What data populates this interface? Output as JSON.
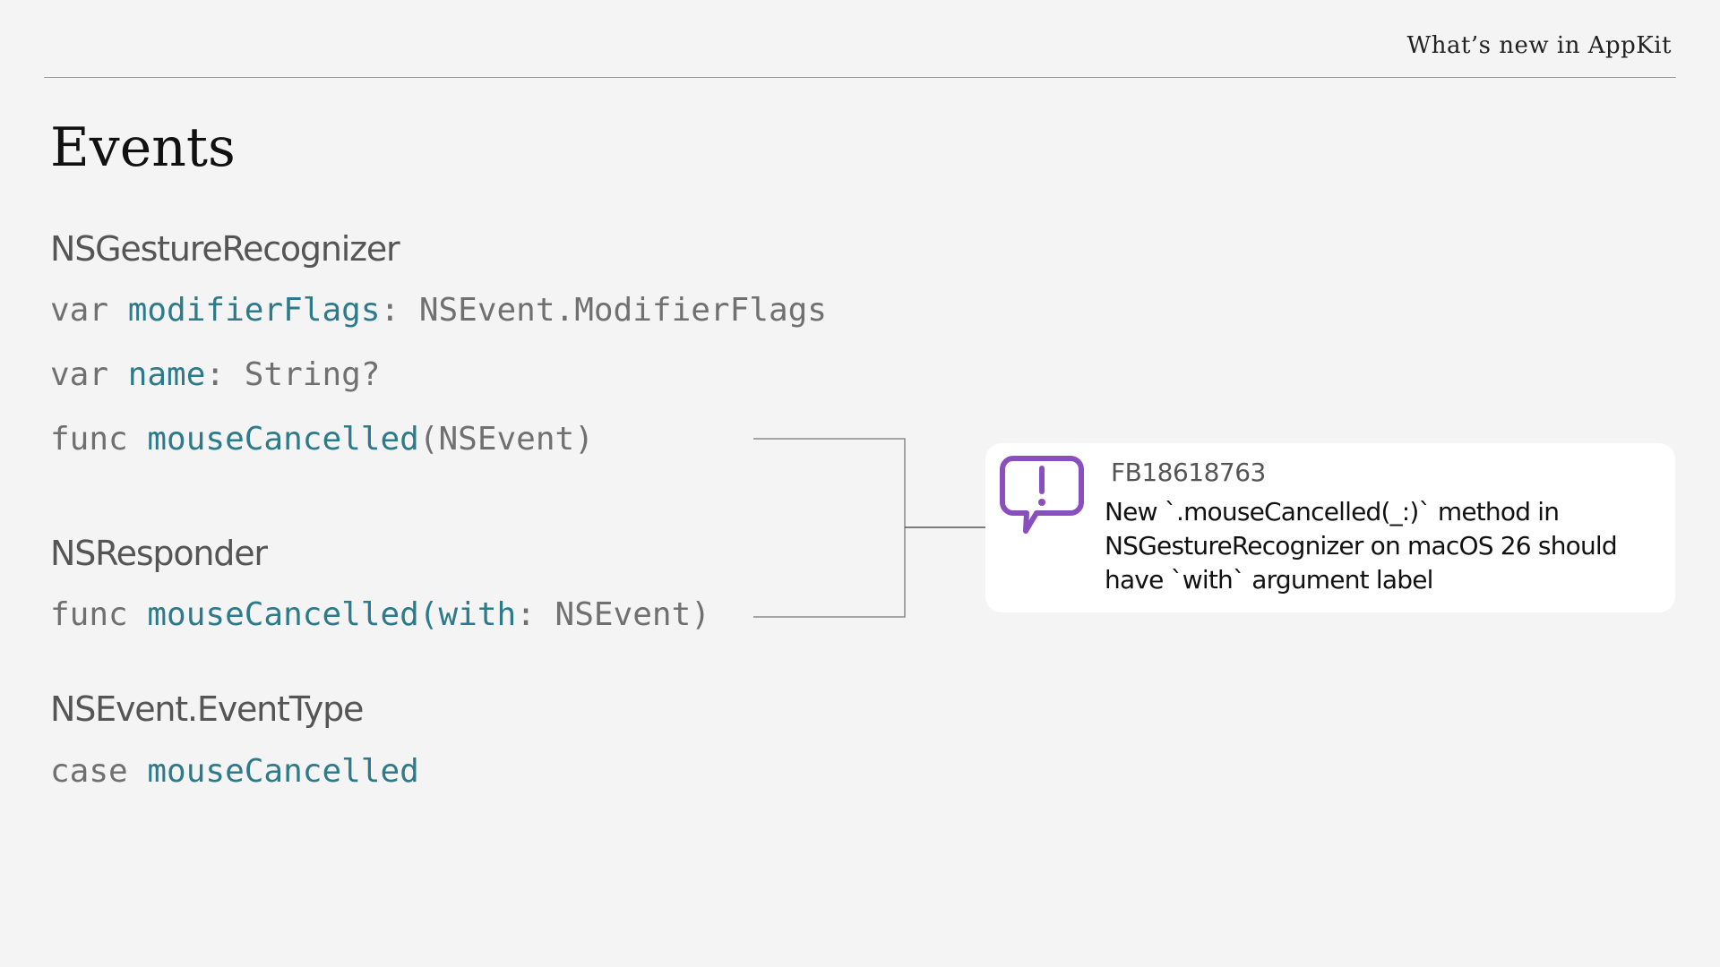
{
  "header": {
    "title": "What’s new in AppKit"
  },
  "page": {
    "title": "Events"
  },
  "sections": [
    {
      "heading": "NSGestureRecognizer",
      "lines": [
        [
          "var ",
          "modifierFlags",
          ": NSEvent.ModifierFlags"
        ],
        [
          "var ",
          "name",
          ": String?"
        ],
        [
          "func ",
          "mouseCancelled",
          "(NSEvent)"
        ]
      ]
    },
    {
      "heading": "NSResponder",
      "lines": [
        [
          "func ",
          "mouseCancelled(with",
          ": NSEvent)"
        ]
      ]
    },
    {
      "heading": "NSEvent.EventType",
      "lines": [
        [
          "case ",
          "mouseCancelled",
          ""
        ]
      ]
    }
  ],
  "callout": {
    "icon": "feedback-exclamation-icon",
    "id": "FB18618763",
    "text": "New `.mouseCancelled(_:)` method in NSGestureRecognizer on macOS 26 should have `with` argument label"
  },
  "colors": {
    "background": "#f4f4f4",
    "code_keyword": "#707070",
    "code_highlight": "#2c7a8a",
    "icon_accent": "#8a4fbf",
    "callout_background": "#ffffff"
  }
}
